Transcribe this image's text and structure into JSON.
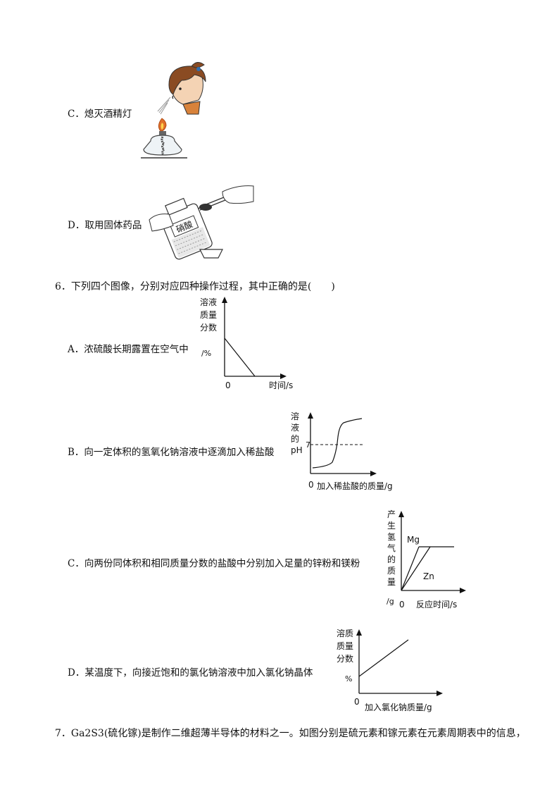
{
  "q5": {
    "optC": {
      "label": "C．熄灭酒精灯"
    },
    "optD": {
      "label": "D．取用固体药品",
      "bottle_text": "硝酸"
    }
  },
  "q6": {
    "stem": "6．下列四个图像，分别对应四种操作过程，其中正确的是(　　)",
    "optA": {
      "label": "A．浓硫酸长期露置在空气中",
      "ylabel": [
        "溶液",
        "质量",
        "分数",
        "/%"
      ],
      "origin": "0",
      "xlabel": "时间/s"
    },
    "optB": {
      "label": "B．向一定体积的氢氧化钠溶液中逐滴加入稀盐酸",
      "ylabel": [
        "溶",
        "液",
        "的",
        "pH"
      ],
      "tick": "7",
      "origin": "0",
      "xlabel": "加入稀盐酸的质量/g"
    },
    "optC": {
      "label": "C．向两份同体积和相同质量分数的盐酸中分别加入足量的锌粉和镁粉",
      "ylabel": [
        "产",
        "生",
        "氢",
        "气",
        "的",
        "质",
        "量",
        "/g"
      ],
      "origin": "0",
      "xlabel": "反应时间/s",
      "series": [
        "Mg",
        "Zn"
      ]
    },
    "optD": {
      "label": "D．某温度下，向接近饱和的氯化钠溶液中加入氯化钠晶体",
      "ylabel": [
        "溶质",
        "质量",
        "分数",
        "%"
      ],
      "origin": "0",
      "xlabel": "加入氯化钠质量/g"
    }
  },
  "q7": {
    "stem": "7．Ga2S3(硫化镓)是制作二维超薄半导体的材料之一。如图分别是硫元素和镓元素在元素周期表中的信息，"
  }
}
